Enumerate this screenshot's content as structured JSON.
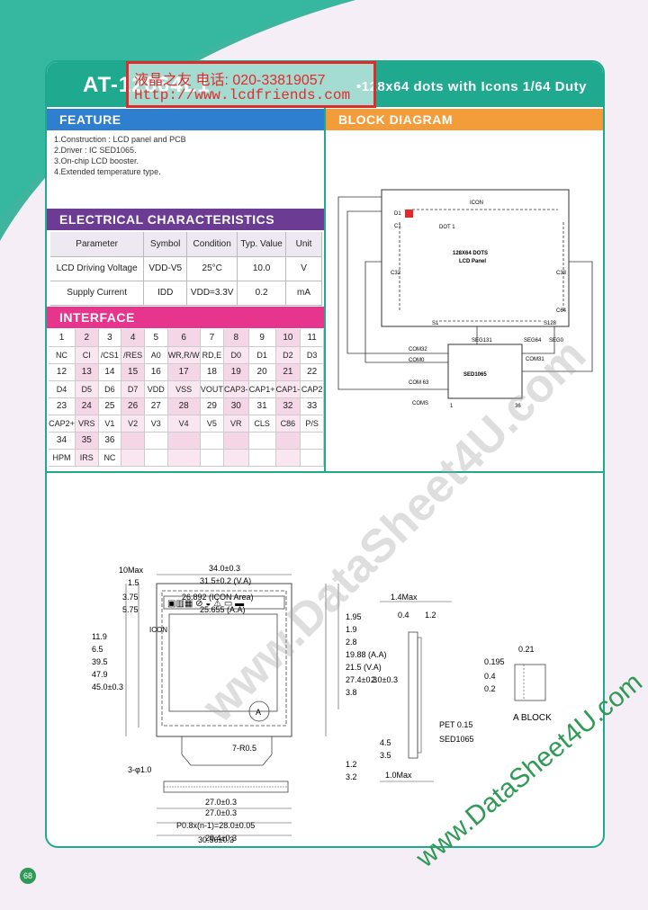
{
  "header": {
    "model": "AT-12864L1",
    "subtitle": "•128x64 dots with Icons  1/64 Duty"
  },
  "sections": {
    "feature": "FEATURE",
    "block_diagram": "BLOCK DIAGRAM",
    "electrical": "ELECTRICAL  CHARACTERISTICS",
    "interface": "INTERFACE"
  },
  "features": [
    "1.Construction : LCD  panel and PCB",
    "2.Driver : IC SED1065.",
    "3.On-chip LCD booster.",
    "4.Extended temperature type."
  ],
  "electrical": {
    "headers": [
      "Parameter",
      "Symbol",
      "Condition",
      "Typ. Value",
      "Unit"
    ],
    "rows": [
      [
        "LCD  Driving  Voltage",
        "VDD-V5",
        "25°C",
        "10.0",
        "V"
      ],
      [
        "Supply  Current",
        "IDD",
        "VDD=3.3V",
        "0.2",
        "mA"
      ]
    ]
  },
  "interface": {
    "rows": [
      [
        "1",
        "2",
        "3",
        "4",
        "5",
        "6",
        "7",
        "8",
        "9",
        "10",
        "11"
      ],
      [
        "NC",
        "CI",
        "/CS1",
        "/RES",
        "A0",
        "WR,R/W",
        "RD,E",
        "D0",
        "D1",
        "D2",
        "D3"
      ],
      [
        "12",
        "13",
        "14",
        "15",
        "16",
        "17",
        "18",
        "19",
        "20",
        "21",
        "22"
      ],
      [
        "D4",
        "D5",
        "D6",
        "D7",
        "VDD",
        "VSS",
        "VOUT",
        "CAP3-",
        "CAP1+",
        "CAP1-",
        "CAP2"
      ],
      [
        "23",
        "24",
        "25",
        "26",
        "27",
        "28",
        "29",
        "30",
        "31",
        "32",
        "33"
      ],
      [
        "CAP2+",
        "VRS",
        "V1",
        "V2",
        "V3",
        "V4",
        "V5",
        "VR",
        "CLS",
        "C86",
        "P/S"
      ],
      [
        "34",
        "35",
        "36",
        "",
        "",
        "",
        "",
        "",
        "",
        "",
        ""
      ],
      [
        "HPM",
        "IRS",
        "NC",
        "",
        "",
        "",
        "",
        "",
        "",
        "",
        ""
      ]
    ]
  },
  "block_diagram": {
    "icon": "ICON",
    "d1": "D1",
    "c1": "C1",
    "dot1": "DOT 1",
    "panel_line1": "128X64 DOTS",
    "panel_line2": "LCD Panel",
    "c32": "C32",
    "c33": "C33",
    "c64": "C64",
    "s1": "S1",
    "s128": "S128",
    "seg131": "SEG131",
    "seg64": "SEG64",
    "seg0": "SEG0",
    "com32": "COM32",
    "com0": "COM0",
    "com63": "COM 63",
    "com31": "COM31",
    "coms": "COMS",
    "driver": "SED1065",
    "pin1": "1",
    "pin36": "36"
  },
  "drawing": {
    "dims_left": [
      "10Max",
      "1.5",
      "3.75",
      "5.75",
      "11.9",
      "6.5",
      "39.5",
      "47.9",
      "45.0±0.3"
    ],
    "dims_top": [
      "34.0±0.3",
      "31.5±0.2 (V.A)",
      "26.892 (ICON Area)",
      "25.655 (A.A)"
    ],
    "dims_right": [
      "1.95",
      "1.9",
      "2.8",
      "19.88 (A.A)",
      "21.5 (V.A)",
      "27.4±0.3",
      "3.8",
      "1.2",
      "3.2"
    ],
    "dims_bottom": [
      "7-R0.5",
      "3-φ1.0",
      "27.0±0.3",
      "27.0±0.3",
      "P0.8x(n-1)=28.0±0.05",
      "29.4±0.3",
      "30.56±0.3"
    ],
    "side_dims": [
      "1.4Max",
      "0.4",
      "1.2",
      "2.0±0.3",
      "4.5",
      "3.5",
      "1.0Max"
    ],
    "side_labels": [
      "PET 0.15",
      "SED1065"
    ],
    "block_dims": [
      "0.21",
      "0.195",
      "0.4",
      "0.2"
    ],
    "block_label": "A  BLOCK",
    "icon_callout": "ICON",
    "a_label": "A",
    "icon_glyphs": "▣▥▦ ⊘ ◒ ⚠ ▭ ▬"
  },
  "stamp": {
    "line1": "液晶之友 电话: 020-33819057",
    "line2": "Http://www.lcdfriends.com"
  },
  "watermark": {
    "center": "www.DataSheet4U.com",
    "corner": "www.DataSheet4U.com"
  },
  "page_number": "68",
  "colors": {
    "teal": "#1fa98f",
    "blue": "#2f7fd0",
    "orange": "#f29d3a",
    "purple": "#6c3c95",
    "pink": "#e7348c",
    "stamp_red": "#e02b2b",
    "wm_green": "#2f9a55"
  }
}
